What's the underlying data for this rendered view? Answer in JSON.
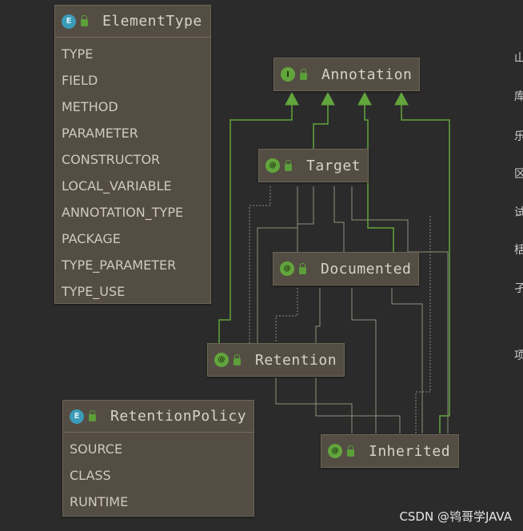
{
  "diagram": {
    "element_type": {
      "title": "ElementType",
      "kind_icon": "enum-icon",
      "kind_letter": "E",
      "fields": [
        "TYPE",
        "FIELD",
        "METHOD",
        "PARAMETER",
        "CONSTRUCTOR",
        "LOCAL_VARIABLE",
        "ANNOTATION_TYPE",
        "PACKAGE",
        "TYPE_PARAMETER",
        "TYPE_USE"
      ]
    },
    "annotation": {
      "title": "Annotation",
      "kind_icon": "interface-icon",
      "kind_letter": "I"
    },
    "target": {
      "title": "Target",
      "kind_icon": "annotation-icon",
      "kind_letter": "@"
    },
    "documented": {
      "title": "Documented",
      "kind_icon": "annotation-icon",
      "kind_letter": "@"
    },
    "retention": {
      "title": "Retention",
      "kind_icon": "annotation-icon",
      "kind_letter": "@"
    },
    "retention_policy": {
      "title": "RetentionPolicy",
      "kind_icon": "enum-icon",
      "kind_letter": "E",
      "fields": [
        "SOURCE",
        "CLASS",
        "RUNTIME"
      ]
    },
    "inherited": {
      "title": "Inherited",
      "kind_icon": "annotation-icon",
      "kind_letter": "@"
    }
  },
  "side_text": [
    "山",
    "库",
    "乐",
    "区",
    "试",
    "栝",
    "孑",
    "项"
  ],
  "watermark": "CSDN @鸨哥学JAVA",
  "colors": {
    "background": "#2b2b2b",
    "box_fill": "#544d43",
    "inheritance_line": "#62a53c",
    "dependency_line": "#9a9a86"
  }
}
